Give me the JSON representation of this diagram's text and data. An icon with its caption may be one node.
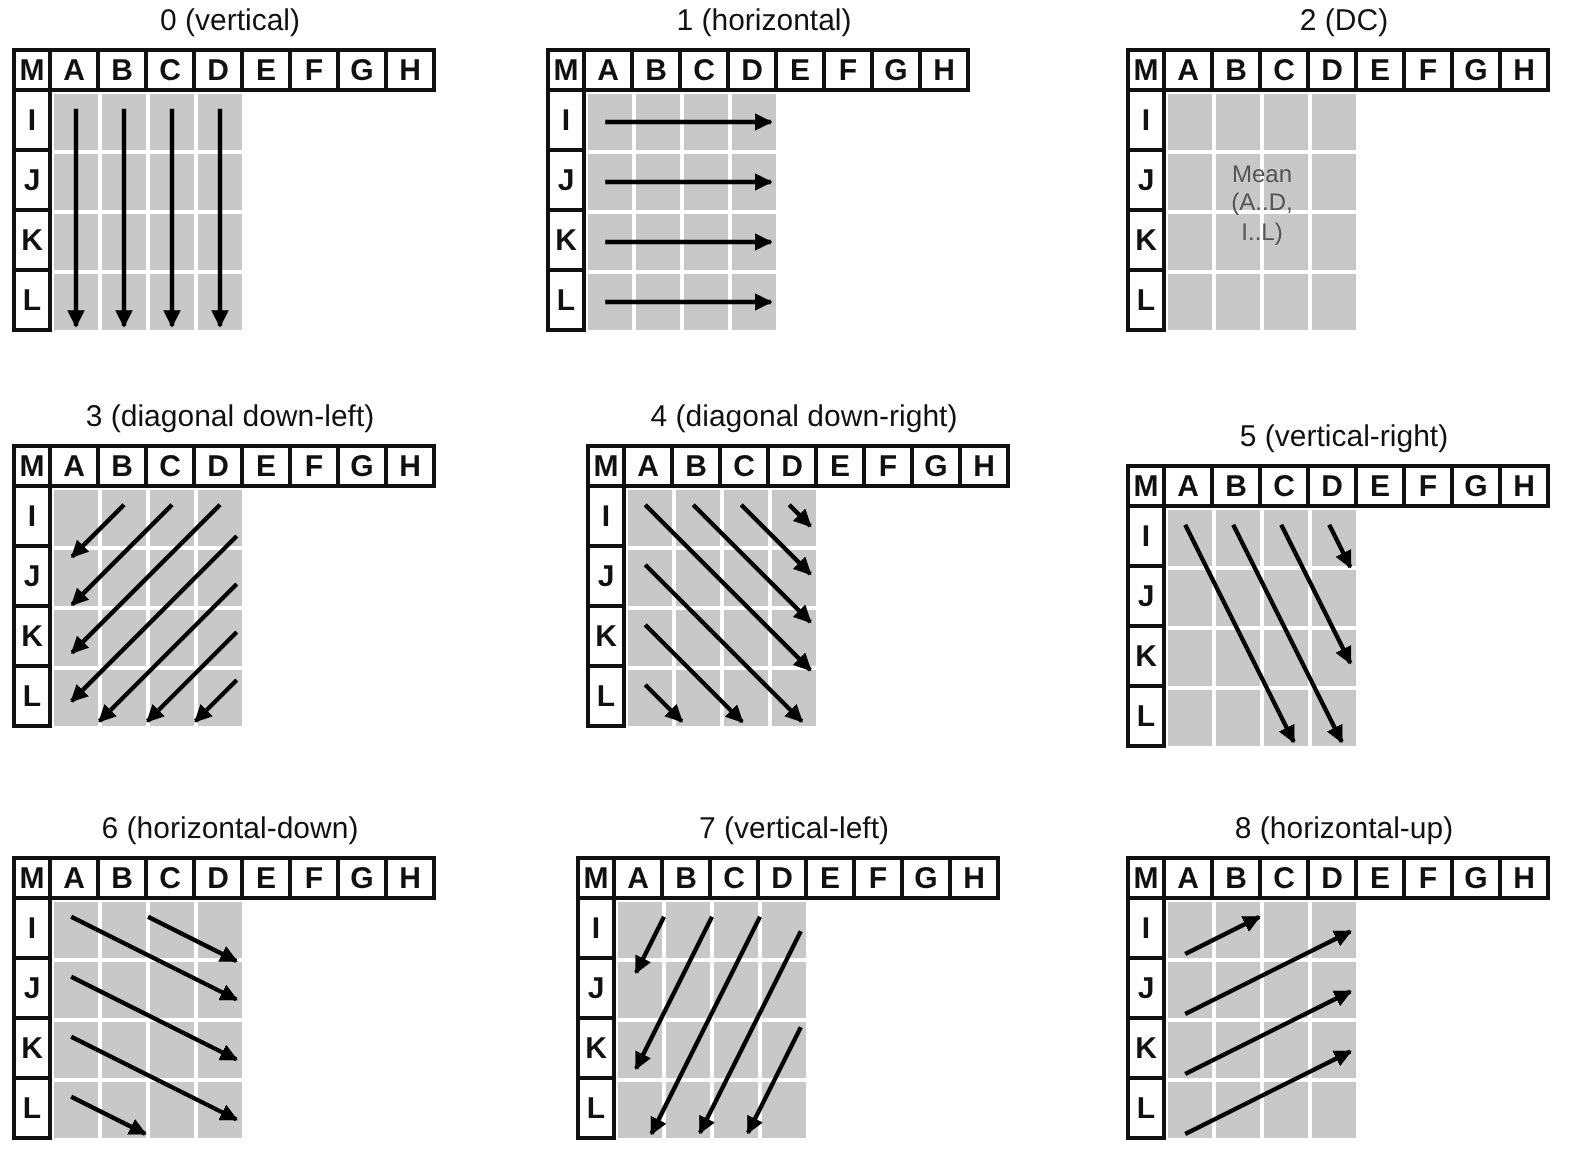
{
  "diagram": {
    "nodes": [
      {
        "text": [
          "M"
        ]
      },
      {
        "text": [
          "A"
        ]
      },
      {
        "text": [
          "B"
        ]
      },
      {
        "text": [
          "C"
        ]
      },
      {
        "text": [
          "D"
        ]
      },
      {
        "text": [
          "E"
        ]
      },
      {
        "text": [
          "F"
        ]
      },
      {
        "text": [
          "G"
        ]
      },
      {
        "text": [
          "H"
        ]
      },
      {
        "text": [
          "I"
        ]
      },
      {
        "text": [
          "J"
        ]
      },
      {
        "text": [
          "K"
        ]
      },
      {
        "text": [
          "L"
        ]
      },
      {
        "text": [
          "M"
        ]
      },
      {
        "text": [
          "A"
        ]
      },
      {
        "text": [
          "B"
        ]
      },
      {
        "text": [
          "C"
        ]
      },
      {
        "text": [
          "D"
        ]
      },
      {
        "text": [
          "E"
        ]
      },
      {
        "text": [
          "F"
        ]
      },
      {
        "text": [
          "G"
        ]
      },
      {
        "text": [
          "H"
        ]
      },
      {
        "text": [
          "I"
        ]
      },
      {
        "text": [
          "J"
        ]
      },
      {
        "text": [
          "K"
        ]
      },
      {
        "text": [
          "L"
        ]
      },
      {
        "text": [
          "M"
        ]
      },
      {
        "text": [
          "A"
        ]
      },
      {
        "text": [
          "B"
        ]
      },
      {
        "text": [
          "C"
        ]
      },
      {
        "text": [
          "D"
        ]
      },
      {
        "text": [
          "E"
        ]
      },
      {
        "text": [
          "F"
        ]
      },
      {
        "text": [
          "G"
        ]
      },
      {
        "text": [
          "H"
        ]
      },
      {
        "text": [
          "I"
        ]
      },
      {
        "text": [
          "J"
        ]
      },
      {
        "text": [
          "K"
        ]
      },
      {
        "text": [
          "L"
        ]
      },
      {
        "text": [
          "M"
        ]
      },
      {
        "text": [
          "A"
        ]
      },
      {
        "text": [
          "B"
        ]
      },
      {
        "text": [
          "C"
        ]
      },
      {
        "text": [
          "D"
        ]
      },
      {
        "text": [
          "E"
        ]
      },
      {
        "text": [
          "F"
        ]
      },
      {
        "text": [
          "G"
        ]
      },
      {
        "text": [
          "H"
        ]
      },
      {
        "text": [
          "I"
        ]
      },
      {
        "text": [
          "J"
        ]
      },
      {
        "text": [
          "K"
        ]
      },
      {
        "text": [
          "L"
        ]
      },
      {
        "text": [
          "M"
        ]
      },
      {
        "text": [
          "A"
        ]
      },
      {
        "text": [
          "B"
        ]
      },
      {
        "text": [
          "C"
        ]
      },
      {
        "text": [
          "D"
        ]
      },
      {
        "text": [
          "E"
        ]
      },
      {
        "text": [
          "F"
        ]
      },
      {
        "text": [
          "G"
        ]
      },
      {
        "text": [
          "H"
        ]
      },
      {
        "text": [
          "I"
        ]
      },
      {
        "text": [
          "J"
        ]
      },
      {
        "text": [
          "K"
        ]
      },
      {
        "text": [
          "L"
        ]
      },
      {
        "text": [
          "M"
        ]
      },
      {
        "text": [
          "A"
        ]
      },
      {
        "text": [
          "B"
        ]
      },
      {
        "text": [
          "C"
        ]
      },
      {
        "text": [
          "D"
        ]
      },
      {
        "text": [
          "E"
        ]
      },
      {
        "text": [
          "F"
        ]
      },
      {
        "text": [
          "G"
        ]
      },
      {
        "text": [
          "H"
        ]
      },
      {
        "text": [
          "I"
        ]
      },
      {
        "text": [
          "J"
        ]
      },
      {
        "text": [
          "K"
        ]
      },
      {
        "text": [
          "L"
        ]
      },
      {
        "text": [
          "M"
        ]
      },
      {
        "text": [
          "A"
        ]
      },
      {
        "text": [
          "B"
        ]
      },
      {
        "text": [
          "C"
        ]
      },
      {
        "text": [
          "D"
        ]
      },
      {
        "text": [
          "E"
        ]
      },
      {
        "text": [
          "F"
        ]
      },
      {
        "text": [
          "G"
        ]
      },
      {
        "text": [
          "H"
        ]
      },
      {
        "text": [
          "I"
        ]
      },
      {
        "text": [
          "J"
        ]
      },
      {
        "text": [
          "K"
        ]
      },
      {
        "text": [
          "L"
        ]
      },
      {
        "text": [
          "M"
        ]
      },
      {
        "text": [
          "A"
        ]
      },
      {
        "text": [
          "B"
        ]
      },
      {
        "text": [
          "C"
        ]
      },
      {
        "text": [
          "D"
        ]
      },
      {
        "text": [
          "E"
        ]
      },
      {
        "text": [
          "F"
        ]
      },
      {
        "text": [
          "G"
        ]
      },
      {
        "text": [
          "H"
        ]
      },
      {
        "text": [
          "I"
        ]
      },
      {
        "text": [
          "J"
        ]
      },
      {
        "text": [
          "K"
        ]
      },
      {
        "text": [
          "L"
        ]
      },
      {
        "text": [
          "M"
        ]
      },
      {
        "text": [
          "A"
        ]
      },
      {
        "text": [
          "B"
        ]
      },
      {
        "text": [
          "C"
        ]
      },
      {
        "text": [
          "D"
        ]
      },
      {
        "text": [
          "E"
        ]
      },
      {
        "text": [
          "F"
        ]
      },
      {
        "text": [
          "G"
        ]
      },
      {
        "text": [
          "H"
        ]
      },
      {
        "text": [
          "I"
        ]
      },
      {
        "text": [
          "J"
        ]
      },
      {
        "text": [
          "K"
        ]
      },
      {
        "text": [
          "L"
        ]
      }
    ],
    "labels": [
      "0 (vertical)",
      "1 (horizontal)",
      "2 (DC)",
      "Mean (A..D, I..L)",
      "3 (diagonal down-left)",
      "4 (diagonal down-right)",
      "5 (vertical-right)",
      "6 (horizontal-down)",
      "7 (vertical-left)",
      "8 (horizontal-up)"
    ]
  }
}
